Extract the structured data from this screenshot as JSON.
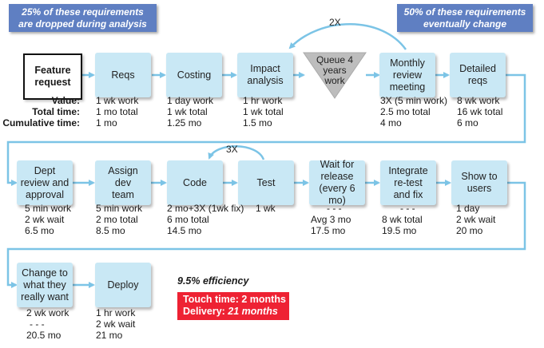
{
  "callouts": {
    "left": [
      "25% of these requirements",
      "are dropped during analysis"
    ],
    "right": [
      "50% of these requirements",
      "eventually change"
    ]
  },
  "feature_request": [
    "Feature",
    "request"
  ],
  "row_labels": [
    "Value:",
    "Total time:",
    "Cumulative time:"
  ],
  "steps": {
    "reqs": {
      "label": [
        "Reqs"
      ],
      "values": [
        "1 wk work",
        "1 mo total",
        "1 mo"
      ]
    },
    "costing": {
      "label": [
        "Costing"
      ],
      "values": [
        "1 day work",
        "1 wk total",
        "1.25 mo"
      ]
    },
    "impact": {
      "label": [
        "Impact",
        "analysis"
      ],
      "values": [
        "1 hr work",
        "1 wk total",
        "1.5 mo"
      ]
    },
    "queue": {
      "label": [
        "Queue 4",
        "years",
        "work"
      ]
    },
    "monthly": {
      "label": [
        "Monthly",
        "review",
        "meeting"
      ],
      "values": [
        "3X (5 min work)",
        "2.5 mo total",
        "4 mo"
      ]
    },
    "detailed": {
      "label": [
        "Detailed",
        "reqs"
      ],
      "values": [
        "8 wk work",
        "16 wk total",
        "6 mo"
      ]
    },
    "dept": {
      "label": [
        "Dept",
        "review and",
        "approval"
      ],
      "values": [
        "5 min work",
        "2 wk wait",
        "6.5 mo"
      ]
    },
    "assign": {
      "label": [
        "Assign",
        "dev",
        "team"
      ],
      "values": [
        "5 min work",
        "2 mo total",
        "8.5 mo"
      ]
    },
    "code": {
      "label": [
        "Code"
      ],
      "values": [
        "2 mo+3X (1wk fix)",
        "6 mo total",
        "14.5 mo"
      ]
    },
    "test": {
      "label": [
        "Test"
      ],
      "values": [
        "1 wk"
      ]
    },
    "wait": {
      "label": [
        "Wait for",
        "release",
        "(every 6 mo)"
      ],
      "values": [
        "- - -",
        "Avg 3 mo",
        "17.5 mo"
      ]
    },
    "integrate": {
      "label": [
        "Integrate",
        "re-test",
        "and fix"
      ],
      "values": [
        "- - -",
        "8 wk total",
        "19.5 mo"
      ]
    },
    "show": {
      "label": [
        "Show to",
        "users"
      ],
      "values": [
        "1 day",
        "2 wk wait",
        "20 mo"
      ]
    },
    "change": {
      "label": [
        "Change to",
        "what they",
        "really want"
      ],
      "values": [
        "2 wk work",
        "- - -",
        "20.5 mo"
      ]
    },
    "deploy": {
      "label": [
        "Deploy"
      ],
      "values": [
        "1 hr work",
        "2 wk wait",
        "21 mo"
      ]
    }
  },
  "loops": {
    "review_loop": "2X",
    "code_loop": "3X"
  },
  "summary": {
    "efficiency": "9.5% efficiency",
    "touch_time": "Touch time: 2 months",
    "delivery_label": "Delivery:",
    "delivery_value": "21 months"
  },
  "colors": {
    "step_fill": "#c9e8f5",
    "arrow": "#7cc4e6",
    "callout": "#5f7fc2",
    "summary_box": "#ee2233",
    "queue_fill": "#bdbdbd"
  }
}
